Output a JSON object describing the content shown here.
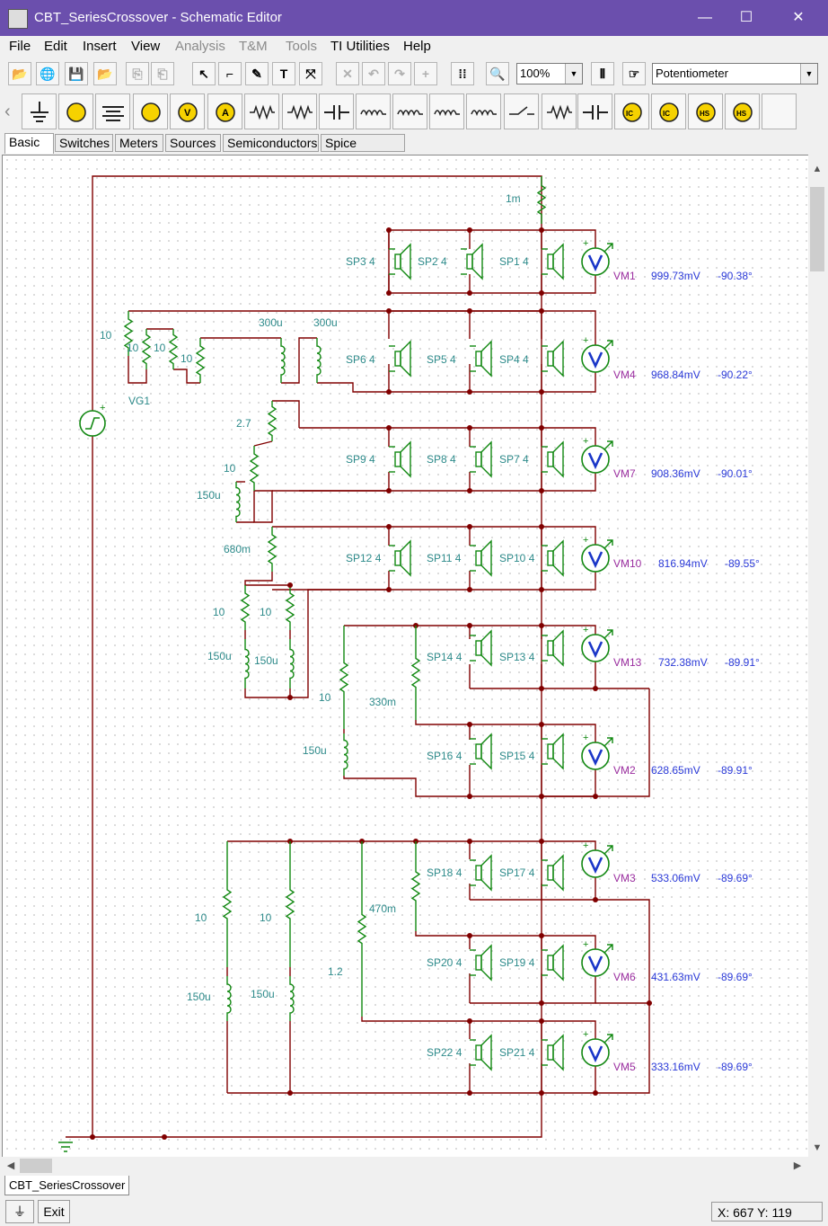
{
  "window": {
    "title": "CBT_SeriesCrossover - Schematic Editor",
    "minimize": "—",
    "maximize": "☐",
    "close": "✕"
  },
  "menu": [
    {
      "label": "File",
      "enabled": true
    },
    {
      "label": "Edit",
      "enabled": true
    },
    {
      "label": "Insert",
      "enabled": true
    },
    {
      "label": "View",
      "enabled": true
    },
    {
      "label": "Analysis",
      "enabled": false
    },
    {
      "label": "T&M",
      "enabled": false
    },
    {
      "label": "Tools",
      "enabled": false
    },
    {
      "label": "TI Utilities",
      "enabled": true
    },
    {
      "label": "Help",
      "enabled": true
    }
  ],
  "toolbar": {
    "zoom_value": "100%",
    "component_value": "Potentiometer"
  },
  "component_tabs": [
    "Basic",
    "Switches",
    "Meters",
    "Sources",
    "Semiconductors",
    "Spice Macros"
  ],
  "active_tab": "Basic",
  "schematic": {
    "source_label": "VG1",
    "series_resistor": "1m",
    "speaker_labels": [
      "SP3 4",
      "SP2 4",
      "SP1 4",
      "SP6 4",
      "SP5 4",
      "SP4 4",
      "SP9 4",
      "SP8 4",
      "SP7 4",
      "SP12 4",
      "SP11 4",
      "SP10 4",
      "SP14 4",
      "SP13 4",
      "SP16 4",
      "SP15 4",
      "SP18 4",
      "SP17 4",
      "SP20 4",
      "SP19 4",
      "SP22 4",
      "SP21 4"
    ],
    "component_labels": {
      "r10a": "10",
      "r10b": "10",
      "r10c": "10",
      "r10d": "10",
      "l300a": "300u",
      "l300b": "300u",
      "r27": "2.7",
      "r10e": "10",
      "l150a": "150u",
      "r680": "680m",
      "r10f": "10",
      "r10g": "10",
      "l150b": "150u",
      "l150c": "150u",
      "r10h": "10",
      "r330": "330m",
      "l150d": "150u",
      "r10i": "10",
      "r10j": "10",
      "r470": "470m",
      "r12": "1.2",
      "l150e": "150u",
      "l150f": "150u"
    },
    "voltmeters": [
      {
        "name": "VM1",
        "magnitude": "999.73mV",
        "phase": "-90.38°"
      },
      {
        "name": "VM4",
        "magnitude": "968.84mV",
        "phase": "-90.22°"
      },
      {
        "name": "VM7",
        "magnitude": "908.36mV",
        "phase": "-90.01°"
      },
      {
        "name": "VM10",
        "magnitude": "816.94mV",
        "phase": "-89.55°"
      },
      {
        "name": "VM13",
        "magnitude": "732.38mV",
        "phase": "-89.91°"
      },
      {
        "name": "VM2",
        "magnitude": "628.65mV",
        "phase": "-89.91°"
      },
      {
        "name": "VM3",
        "magnitude": "533.06mV",
        "phase": "-89.69°"
      },
      {
        "name": "VM6",
        "magnitude": "431.63mV",
        "phase": "-89.69°"
      },
      {
        "name": "VM5",
        "magnitude": "333.16mV",
        "phase": "-89.69°"
      }
    ]
  },
  "document_tab": "CBT_SeriesCrossover",
  "status": {
    "exit_label": "Exit",
    "coords": "X: 667  Y: 119"
  },
  "colors": {
    "titlebar": "#6b4fad",
    "wire": "#800000",
    "component": "#118811",
    "meter_value": "#2b3ad8",
    "meter_name": "#9b2ea0",
    "label": "#2e8b8b"
  }
}
